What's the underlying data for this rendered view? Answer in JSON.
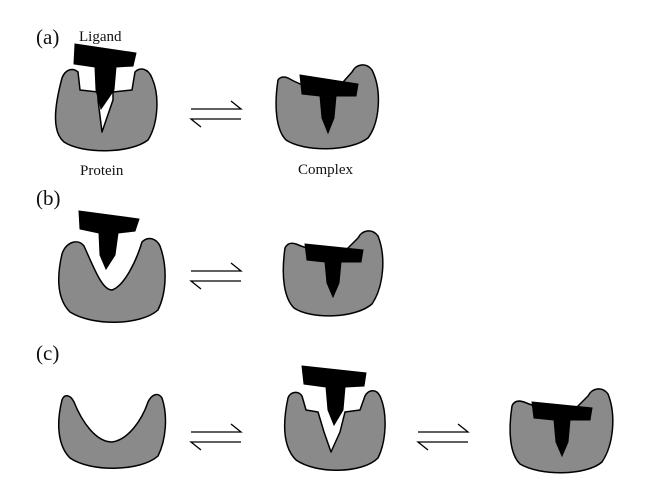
{
  "panels": {
    "a": "(a)",
    "b": "(b)",
    "c": "(c)"
  },
  "captions": {
    "ligand": "Ligand",
    "protein": "Protein",
    "complex": "Complex"
  },
  "colors": {
    "protein_fill": "#8a8a8a",
    "outline": "#000000",
    "ligand": "#000000",
    "background": "#ffffff"
  }
}
